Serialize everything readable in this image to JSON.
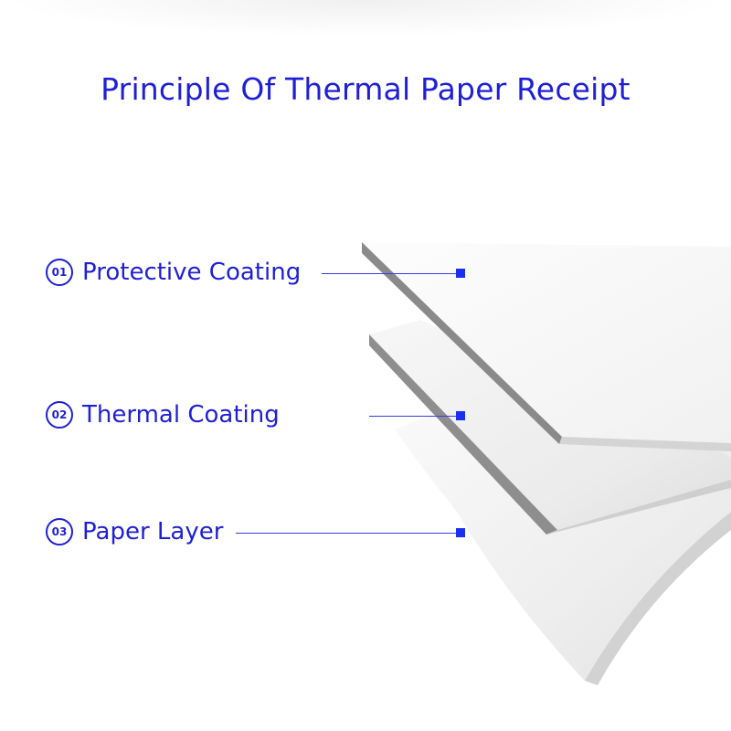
{
  "title": "Principle Of Thermal Paper Receipt",
  "colors": {
    "accent": "#1f1fd6",
    "marker": "#1a2ff0"
  },
  "layers": [
    {
      "number": "01",
      "label": "Protective Coating"
    },
    {
      "number": "02",
      "label": "Thermal Coating"
    },
    {
      "number": "03",
      "label": "Paper Layer"
    }
  ]
}
